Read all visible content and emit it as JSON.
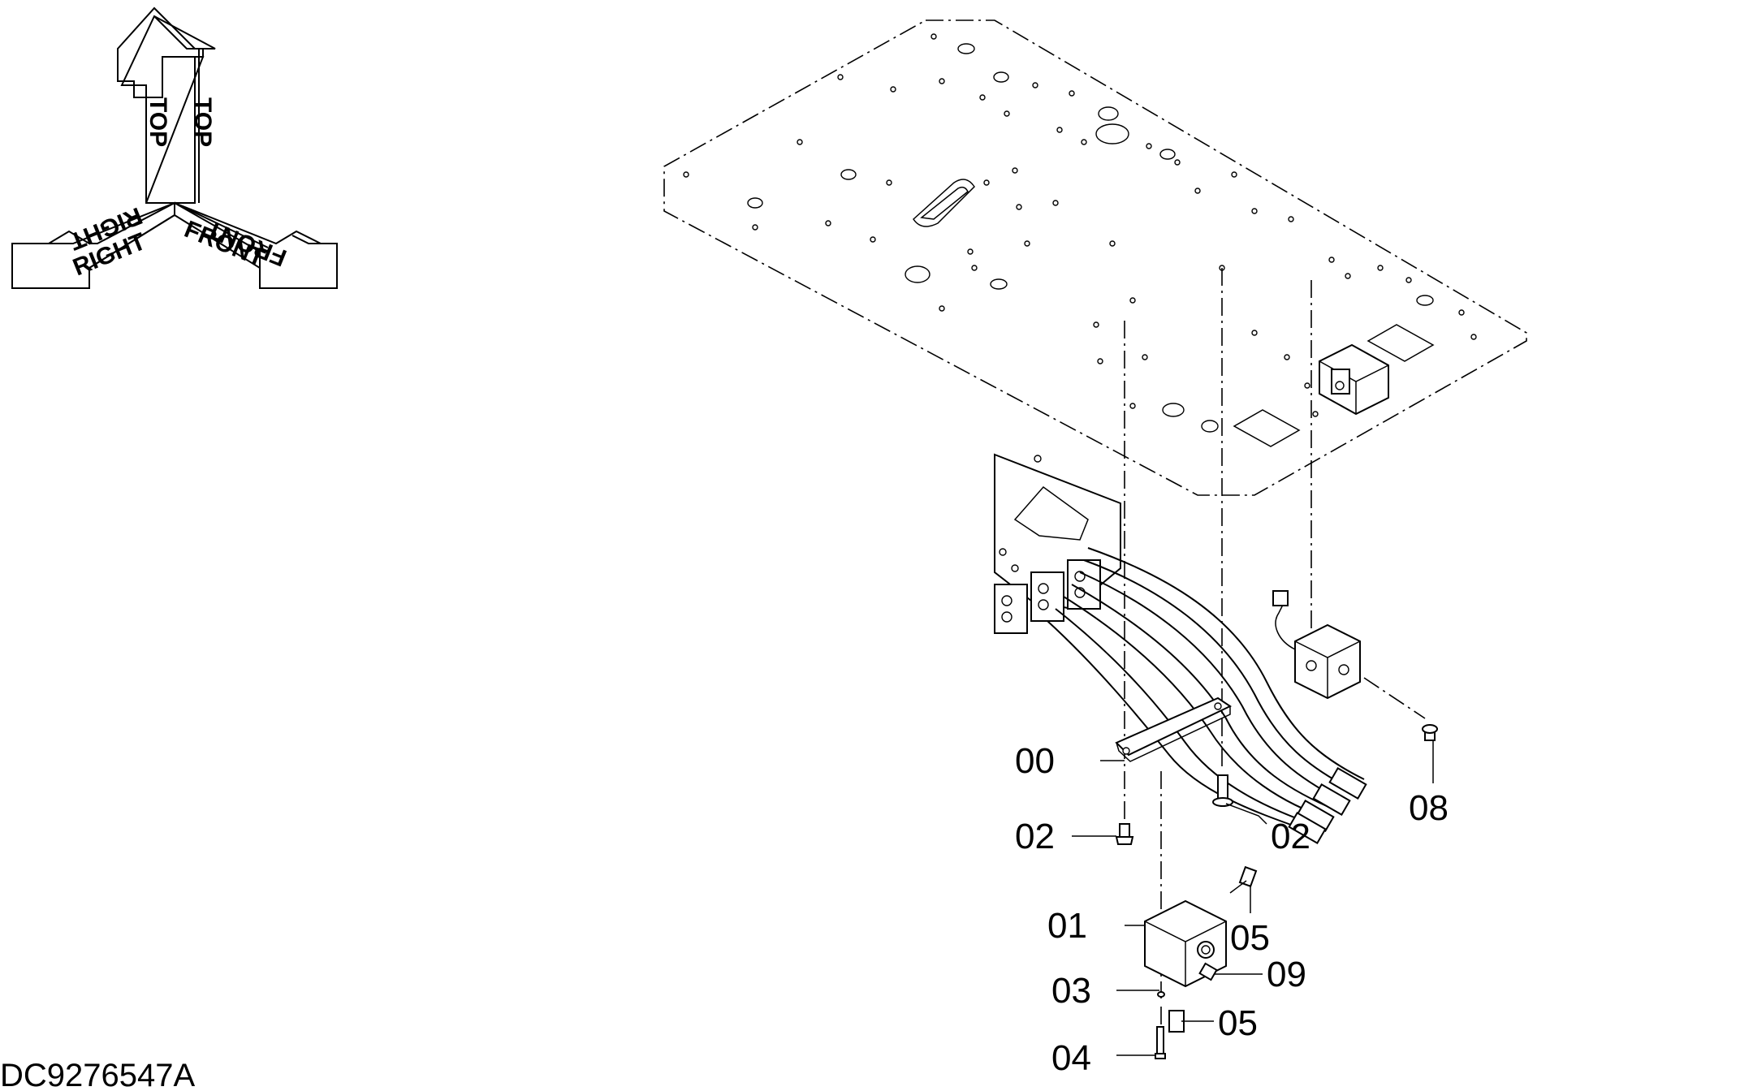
{
  "drawing": {
    "doc_id": "DC9276547A",
    "orientation": {
      "top": "TOP",
      "right": "RIGHT",
      "front": "FRONT"
    },
    "callouts": [
      {
        "id": "c00",
        "label": "00"
      },
      {
        "id": "c02a",
        "label": "02"
      },
      {
        "id": "c02b",
        "label": "02"
      },
      {
        "id": "c08",
        "label": "08"
      },
      {
        "id": "c01",
        "label": "01"
      },
      {
        "id": "c05a",
        "label": "05"
      },
      {
        "id": "c09",
        "label": "09"
      },
      {
        "id": "c03",
        "label": "03"
      },
      {
        "id": "c05b",
        "label": "05"
      },
      {
        "id": "c04",
        "label": "04"
      }
    ]
  }
}
